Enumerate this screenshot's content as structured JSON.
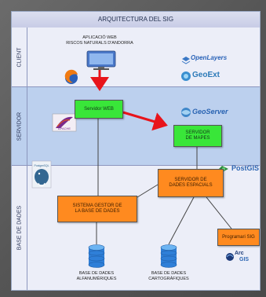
{
  "diagram": {
    "title": "ARQUITECTURA DEL SIG",
    "bands": {
      "client": "CLIENT",
      "servidor": "SERVIDOR",
      "base": "BASE DE DADES"
    },
    "client": {
      "app_line1": "APLICACIÓ WEB",
      "app_line2": "RISCOS NATURALS D'ANDORRA",
      "logos": {
        "openlayers": "OpenLayers",
        "geoext": "GeoExt"
      }
    },
    "servidor": {
      "web_server": "Servidor WEB",
      "map_server_line1": "SERVIDOR",
      "map_server_line2": "DE MAPES",
      "logos": {
        "geoserver": "GeoServer",
        "apache": "APACHE"
      }
    },
    "base": {
      "spatial_server_line1": "SERVIDOR DE",
      "spatial_server_line2": "DADES ESPACIALS",
      "dbms_line1": "SISTEMA GESTOR DE",
      "dbms_line2": "LA BASE DE DADES",
      "programari": "Programari SIG",
      "db_alfa_line1": "BASE DE DADES",
      "db_alfa_line2": "ALFANUMÈRIQUES",
      "db_carto_line1": "BASE DE DADES",
      "db_carto_line2": "CARTOGRÀFIQUES",
      "logos": {
        "postgis": "PostGIS",
        "postgresql": "PostgreSQL",
        "arcgis_arc": "Arc",
        "arcgis_gis": "GIS"
      }
    },
    "colors": {
      "green_node": "#39e639",
      "orange_node": "#ff8a1f",
      "arrow_red": "#e8141b",
      "servidor_band": "#bcd0ee",
      "client_band": "#eceef8"
    }
  }
}
